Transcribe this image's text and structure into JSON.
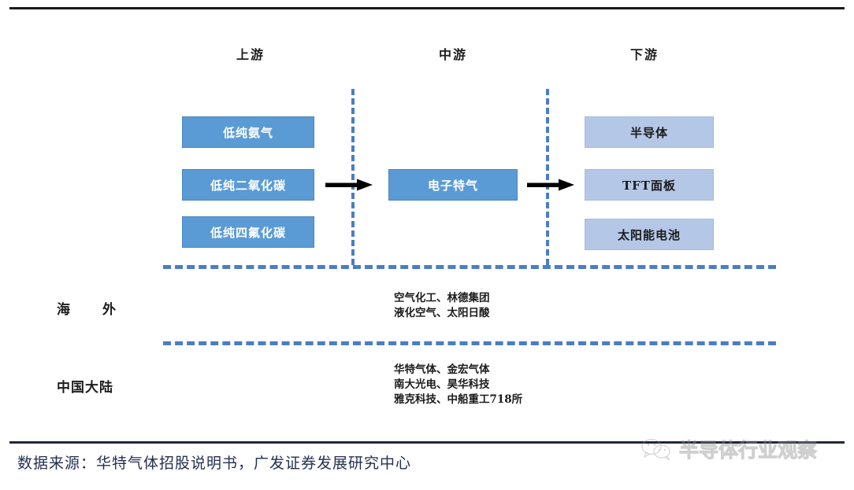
{
  "header": {
    "upstream_label": "上游",
    "midstream_label": "中游",
    "downstream_label": "下游"
  },
  "upstream": {
    "boxes": [
      {
        "label": "低纯氨气"
      },
      {
        "label": "低纯二氧化碳"
      },
      {
        "label": "低纯四氟化碳"
      }
    ]
  },
  "midstream": {
    "box": {
      "label": "电子特气"
    }
  },
  "downstream": {
    "boxes": [
      {
        "label": "半导体"
      },
      {
        "label": "TFT面板"
      },
      {
        "label": "太阳能电池"
      }
    ]
  },
  "regions": [
    {
      "label": "海　外",
      "companies": [
        "空气化工、林德集团",
        "液化空气、太阳日酸"
      ]
    },
    {
      "label": "中国大陆",
      "companies": [
        "华特气体、金宏气体",
        "南大光电、昊华科技",
        "雅克科技、中船重工718所"
      ]
    }
  ],
  "footer": {
    "source": "数据来源：华特气体招股说明书，广发证券发展研究中心"
  },
  "watermark": {
    "text": "半导体行业观察",
    "icon": "wechat-icon"
  },
  "colors": {
    "upstream_box": "#5B9BD5",
    "downstream_box": "#B4C7E7",
    "dashed_line": "#4A7EC4",
    "rule": "#1A1A1A",
    "source_text": "#243050"
  }
}
